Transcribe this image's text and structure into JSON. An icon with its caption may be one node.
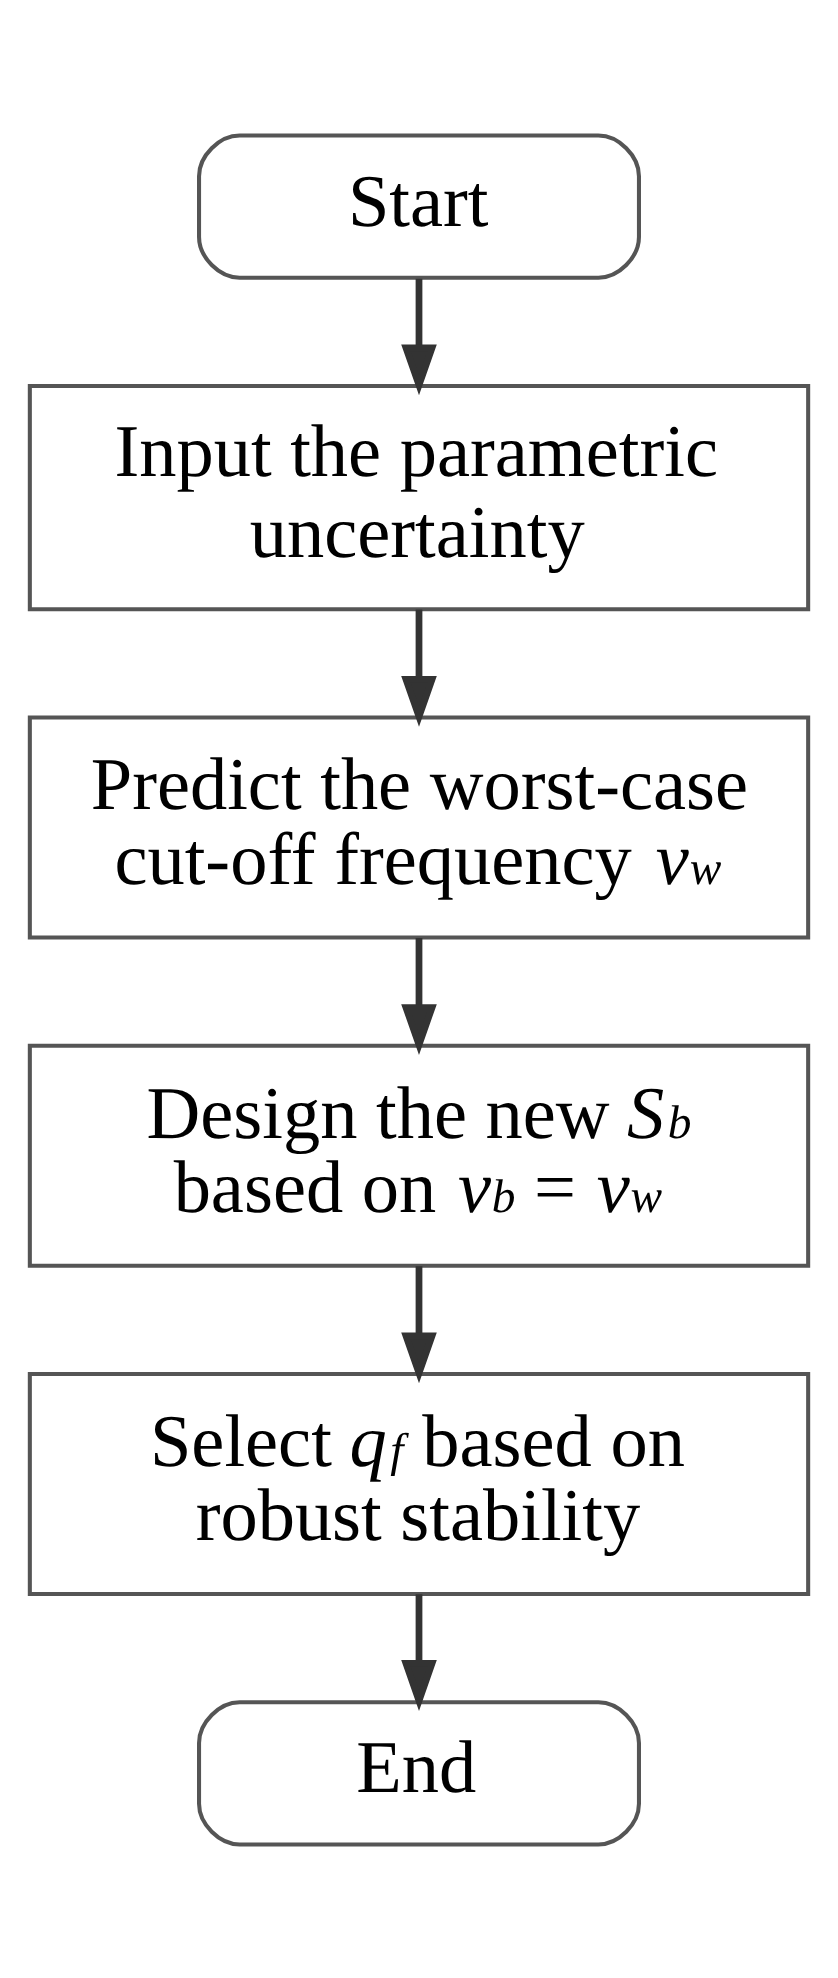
{
  "diagram": {
    "nodes": [
      {
        "text": [
          "Start"
        ]
      },
      {
        "text": [
          "Input the parametric uncertainty"
        ]
      },
      {
        "text": [
          "Predict the worst-case cut-off frequency *v*$_{w}$"
        ]
      },
      {
        "text": [
          "Design the new *S*$_{b}$ based on *v*$_{b}$ = *v*$_{w}$"
        ]
      },
      {
        "text": [
          "Select *q*$_{f}$ based on robust stability"
        ]
      },
      {
        "text": [
          "End"
        ]
      }
    ],
    "edges": [
      {
        "from": 0,
        "to": 1,
        "arrow": "to"
      },
      {
        "from": 1,
        "to": 2,
        "arrow": "to"
      },
      {
        "from": 2,
        "to": 3,
        "arrow": "to"
      },
      {
        "from": 3,
        "to": 4,
        "arrow": "to"
      },
      {
        "from": 4,
        "to": 5,
        "arrow": "to"
      }
    ]
  }
}
